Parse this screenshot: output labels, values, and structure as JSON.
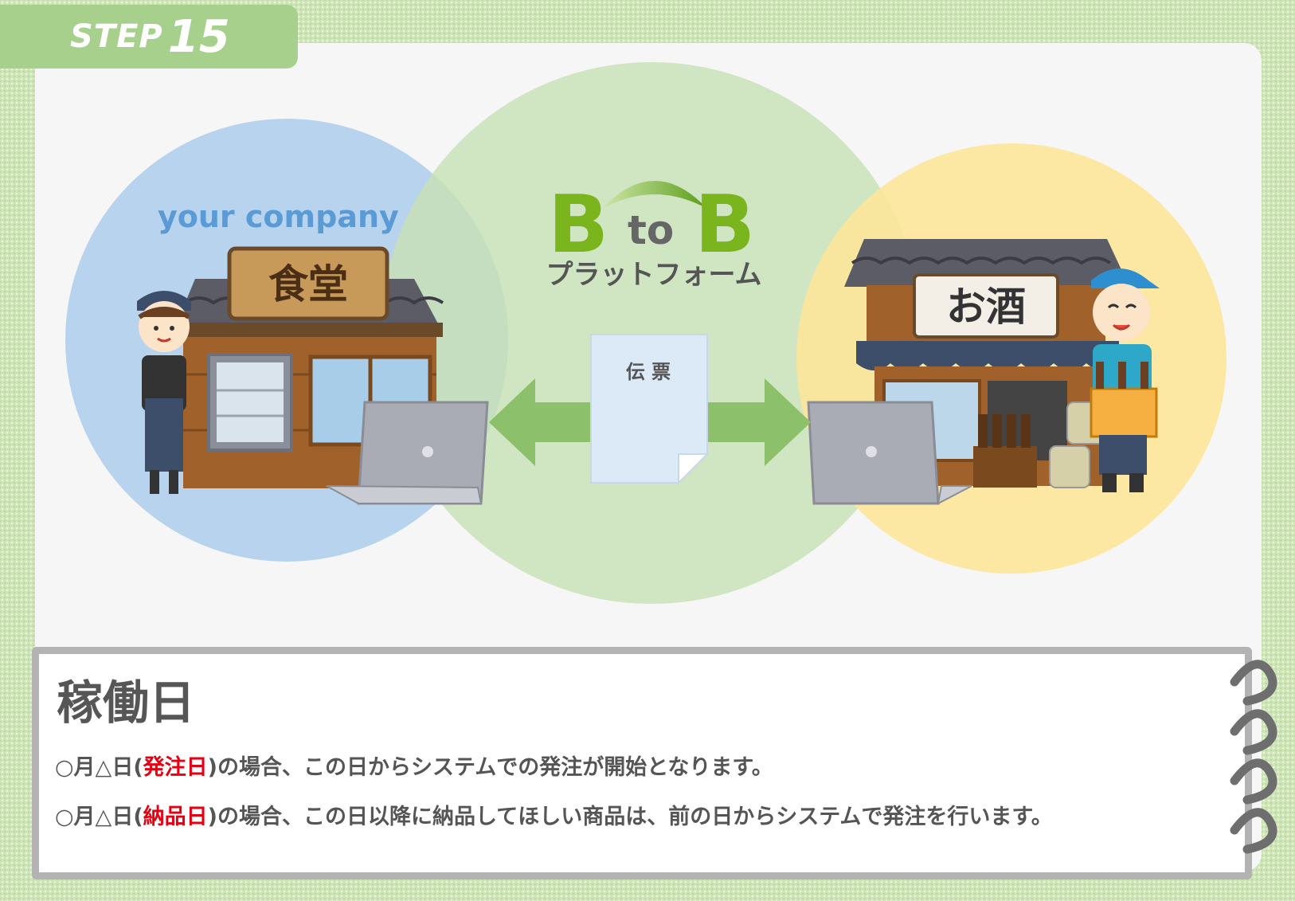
{
  "step": {
    "word": "STEP",
    "number": "15"
  },
  "diagram": {
    "your_company": "your company",
    "shop_left_sign": "食堂",
    "shop_right_sign": "お酒",
    "platform_logo": {
      "b1": "B",
      "to": "to",
      "b2": "B",
      "subtitle": "プラットフォーム"
    },
    "document_label": "伝 票"
  },
  "info": {
    "title": "稼働日",
    "line1": {
      "pre": "○月△日(",
      "highlight": "発注日",
      "post": ")の場合、この日からシステムでの発注が開始となります。"
    },
    "line2": {
      "pre": "○月△日(",
      "highlight": "納品日",
      "post": ")の場合、この日以降に納品してほしい商品は、前の日からシステムで発注を行います。"
    }
  },
  "colors": {
    "blue_circle": "#b8d3ee",
    "green_circle": "#c7e1b5",
    "yellow_circle": "#fde69a",
    "arrow": "#8cc06b",
    "logo_green": "#7ab51d",
    "highlight": "#e60012"
  }
}
